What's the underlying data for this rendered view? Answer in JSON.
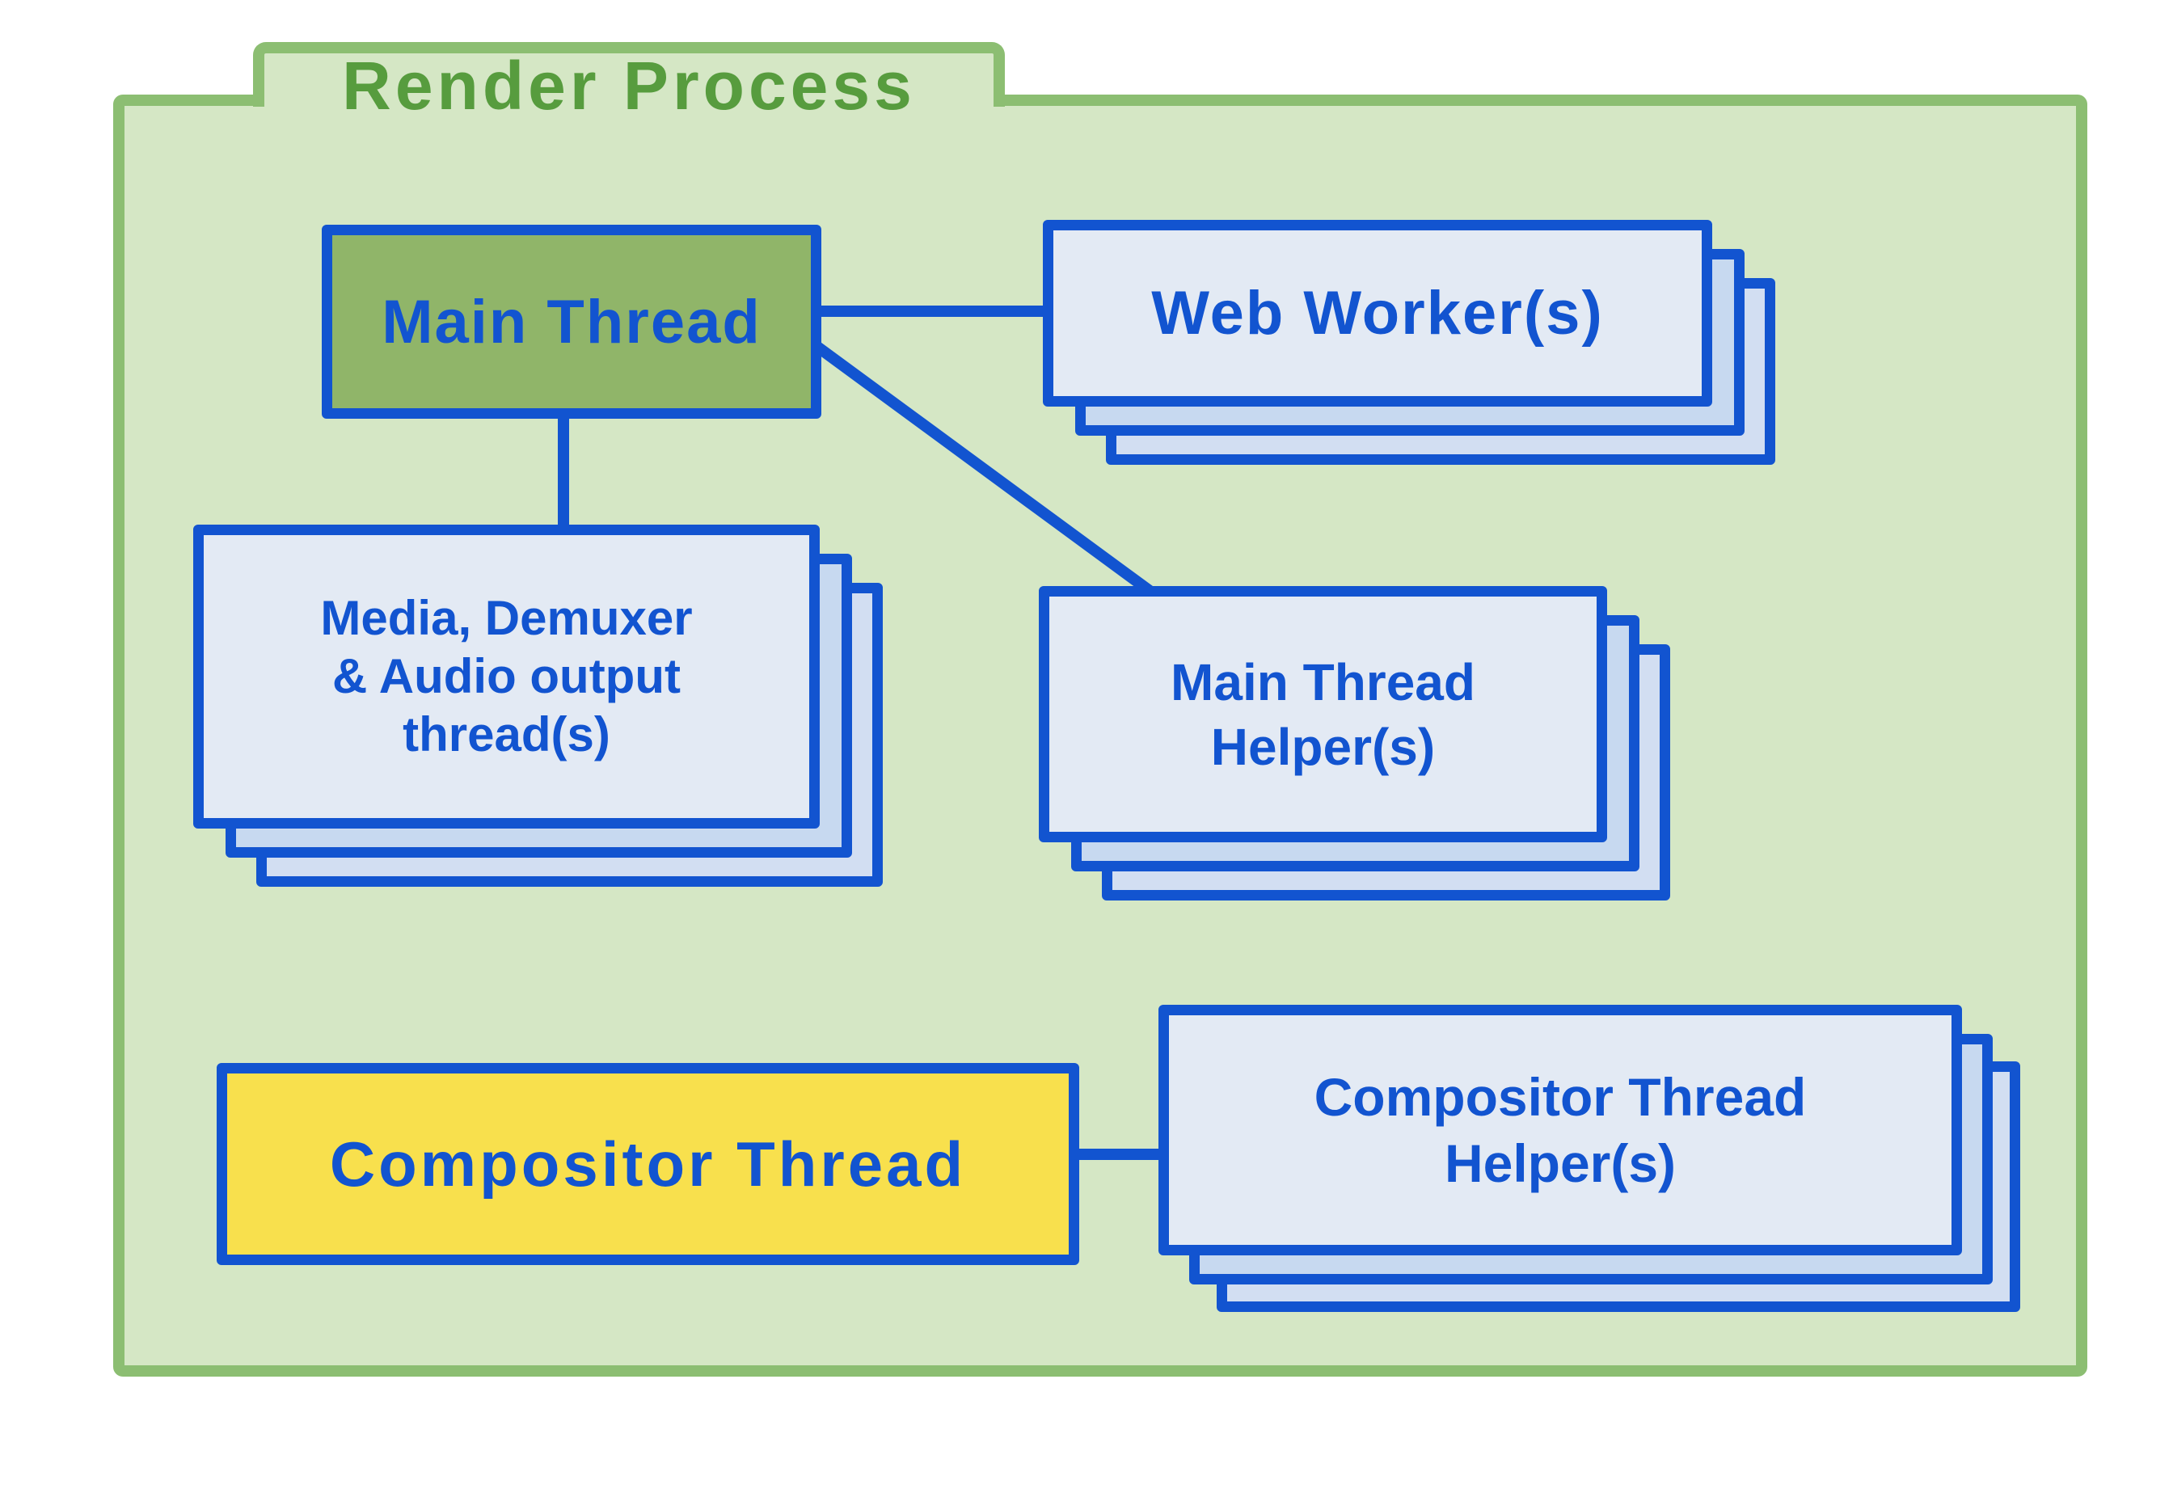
{
  "diagram": {
    "title": "Render Process",
    "nodes": {
      "main_thread": {
        "label": "Main Thread",
        "shape": "single-box",
        "fill": "#90b569"
      },
      "web_workers": {
        "label": "Web Worker(s)",
        "shape": "stacked-cards",
        "fill": "#e3eaf4"
      },
      "media_demuxer_audio": {
        "label": "Media, Demuxer\n& Audio output\nthread(s)",
        "shape": "stacked-cards",
        "fill": "#e3eaf4"
      },
      "main_thread_helpers": {
        "label": "Main Thread\nHelper(s)",
        "shape": "stacked-cards",
        "fill": "#e3eaf4"
      },
      "compositor_thread": {
        "label": "Compositor Thread",
        "shape": "single-box",
        "fill": "#f8e04d"
      },
      "compositor_thread_helpers": {
        "label": "Compositor Thread\nHelper(s)",
        "shape": "stacked-cards",
        "fill": "#e3eaf4"
      }
    },
    "edges": [
      {
        "from": "Main Thread",
        "to": "Web Worker(s)"
      },
      {
        "from": "Main Thread",
        "to": "Media, Demuxer & Audio output thread(s)"
      },
      {
        "from": "Main Thread",
        "to": "Main Thread Helper(s)"
      },
      {
        "from": "Compositor Thread",
        "to": "Compositor Thread Helper(s)"
      }
    ]
  },
  "colors": {
    "accent_blue": "#1254d0",
    "card_fill": "#e3eaf4",
    "card_back1": "#c7d9f0",
    "card_back2": "#d2def2",
    "folder_fill": "#d5e7c5",
    "folder_border": "#8cbe72",
    "title_green": "#579c3e",
    "main_thread_fill": "#90b569",
    "compositor_fill": "#f8e04d"
  }
}
